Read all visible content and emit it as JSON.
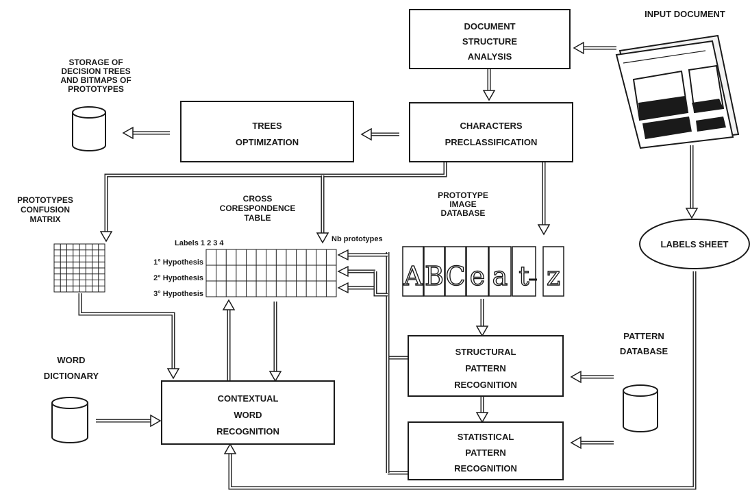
{
  "boxes": {
    "doc_structure": [
      "DOCUMENT",
      "STRUCTURE",
      "ANALYSIS"
    ],
    "preclass": [
      "CHARACTERS",
      "PRECLASSIFICATION"
    ],
    "trees_opt": [
      "TREES",
      "OPTIMIZATION"
    ],
    "contextual": [
      "CONTEXTUAL",
      "WORD",
      "RECOGNITION"
    ],
    "structural": [
      "STRUCTURAL",
      "PATTERN",
      "RECOGNITION"
    ],
    "statistical": [
      "STATISTICAL",
      "PATTERN",
      "RECOGNITION"
    ],
    "labels_sheet": "LABELS SHEET"
  },
  "labels": {
    "input_document": "INPUT DOCUMENT",
    "storage": [
      "STORAGE OF",
      "DECISION TREES",
      "AND BITMAPS OF",
      "PROTOTYPES"
    ],
    "confusion": [
      "PROTOTYPES",
      "CONFUSION",
      "MATRIX"
    ],
    "cross_table": [
      "CROSS",
      "CORESPONDENCE",
      "TABLE"
    ],
    "proto_db": [
      "PROTOTYPE",
      "IMAGE",
      "DATABASE"
    ],
    "word_dict": [
      "WORD",
      "DICTIONARY"
    ],
    "pattern_db": [
      "PATTERN",
      "DATABASE"
    ],
    "table_labels": "Labels 1 2 3 4",
    "nb_prototypes": "Nb prototypes",
    "hypotheses": [
      "1° Hypothesis",
      "2° Hypothesis",
      "3° Hypothesis"
    ]
  },
  "prototypes": [
    "A",
    "B",
    "C",
    "e",
    "a",
    "t",
    "-",
    "z"
  ]
}
